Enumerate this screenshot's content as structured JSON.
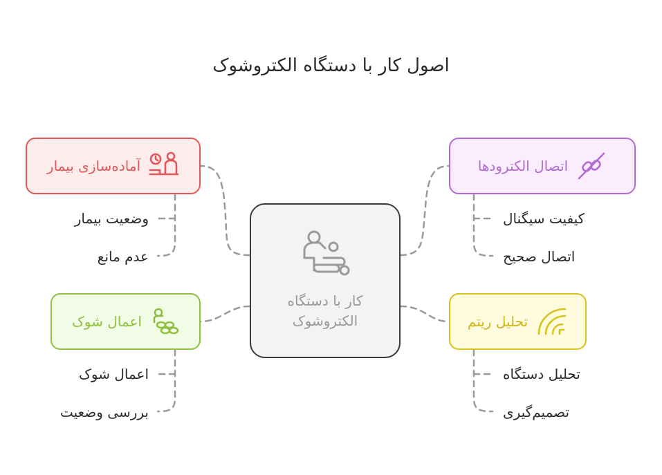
{
  "title": "اصول کار با دستگاه الکتروشوک",
  "center": {
    "label": "کار با دستگاه الکتروشوک",
    "icon": "caregiver-patient-icon"
  },
  "branches": [
    {
      "id": "preparation",
      "label": "آماده‌سازی بیمار",
      "icon": "patient-prep-icon",
      "color": "#e2585a",
      "children": [
        "وضعیت بیمار",
        "عدم مانع"
      ]
    },
    {
      "id": "electrodes",
      "label": "اتصال الکترودها",
      "icon": "link-icon",
      "color": "#b46ad6",
      "children": [
        "کیفیت سیگنال",
        "اتصال صحیح"
      ]
    },
    {
      "id": "shock",
      "label": "اعمال شوک",
      "icon": "coins-hand-icon",
      "color": "#8fc040",
      "children": [
        "اعمال شوک",
        "بررسی وضعیت"
      ]
    },
    {
      "id": "rhythm",
      "label": "تحلیل ریتم",
      "icon": "rss-wave-icon",
      "color": "#d8c21c",
      "children": [
        "تحلیل دستگاه",
        "تصمیم‌گیری"
      ]
    }
  ]
}
